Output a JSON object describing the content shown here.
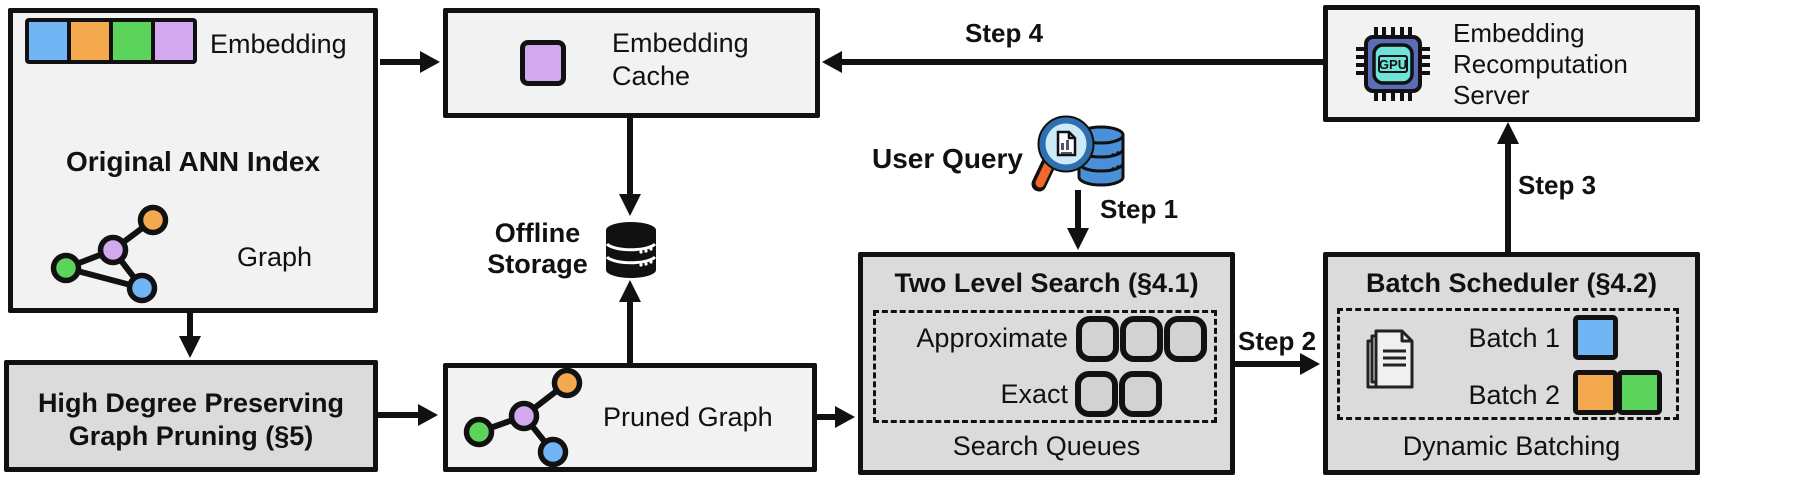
{
  "ann_index": {
    "title": "Original ANN Index",
    "embedding_label": "Embedding",
    "graph_label": "Graph"
  },
  "embedding_cache": {
    "line1": "Embedding",
    "line2": "Cache"
  },
  "server": {
    "line1": "Embedding",
    "line2": "Recomputation",
    "line3": "Server",
    "gpu_text": "GPU"
  },
  "offline_storage": {
    "line1": "Offline",
    "line2": "Storage"
  },
  "user_query": {
    "label": "User Query"
  },
  "two_level": {
    "title": "Two Level Search (§4.1)",
    "row1": "Approximate",
    "row2": "Exact",
    "footer": "Search Queues"
  },
  "batch": {
    "title": "Batch Scheduler (§4.2)",
    "row1": "Batch 1",
    "row2": "Batch 2",
    "footer": "Dynamic Batching"
  },
  "hdgp": {
    "line1": "High Degree Preserving",
    "line2": "Graph Pruning (§5)"
  },
  "pruned": {
    "label": "Pruned Graph"
  },
  "steps": {
    "step1": "Step 1",
    "step2": "Step 2",
    "step3": "Step 3",
    "step4": "Step 4"
  },
  "colors": {
    "ink": "#111111",
    "light_box": "#f2f2f2",
    "dark_box": "#dbdbdb",
    "blue": "#72b5f5",
    "orange": "#f5a94e",
    "green": "#5cd45c",
    "purple": "#d2a8ef",
    "chip_blue": "#5c6cb8",
    "chip_cyan": "#6fe3d9",
    "db_blue": "#4a90d9",
    "lens_blue": "#cdeaf9",
    "ring_blue": "#2f6fae",
    "handle_orange": "#f2682a"
  }
}
